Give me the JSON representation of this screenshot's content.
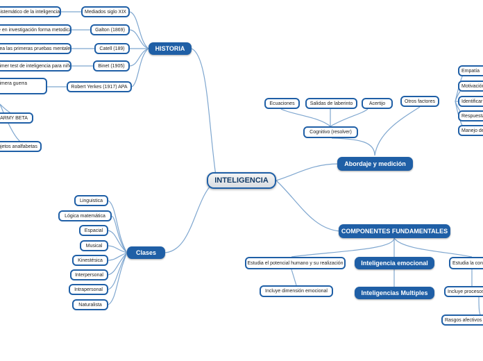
{
  "colors": {
    "accent": "#1f5fa6",
    "link": "#7ea6cf"
  },
  "central": {
    "label": "INTELIGENCIA"
  },
  "historia": {
    "label": "HISTORIA",
    "items": [
      {
        "label": "Mediados siglo XIX",
        "detail": "sistemático de la inteligencia"
      },
      {
        "label": "Galton (1869)",
        "detail": "e en investigación forma metodica"
      },
      {
        "label": "Catell (189)",
        "detail": "rea las primeras pruebas mentales"
      },
      {
        "label": "Binet (1905)",
        "detail": "rimer test de inteligencia para niños"
      },
      {
        "label": "Robert Yerkes (1917) APA",
        "detail": "rimera guerra"
      }
    ],
    "army_beta": "ARMY BETA",
    "analfabetas": "ujetos analfabetas"
  },
  "clases": {
    "label": "Clases",
    "items": [
      "Linguistica",
      "Lógica matemática",
      "Espacial",
      "Musical",
      "Kinestésica",
      "Interpersonal",
      "Intrapersonal",
      "Naturalista"
    ]
  },
  "abordaje": {
    "label": "Abordaje y medición",
    "cognitivo": "Cognitivo (resolver)",
    "cognitivo_items": [
      "Ecuaciones",
      "Salidas de laberinto",
      "Acertijo"
    ],
    "otros": "Otros factores",
    "otros_items": [
      "Empatía",
      "Motivación",
      "Identificar",
      "Respuesta",
      "Manejo de"
    ]
  },
  "componentes": {
    "label": "COMPONENTES FUNDAMENTALES",
    "potencial": "Estudia el potencial humano y su realización",
    "dimension": "Incluye dimensión emocional",
    "emocional": "Inteligencia emocional",
    "multiples": "Inteligencias Multiples",
    "estudia_con": "Estudia la con",
    "procesos": "Incluye procesos",
    "rasgos": "Rasgos afectivos"
  }
}
